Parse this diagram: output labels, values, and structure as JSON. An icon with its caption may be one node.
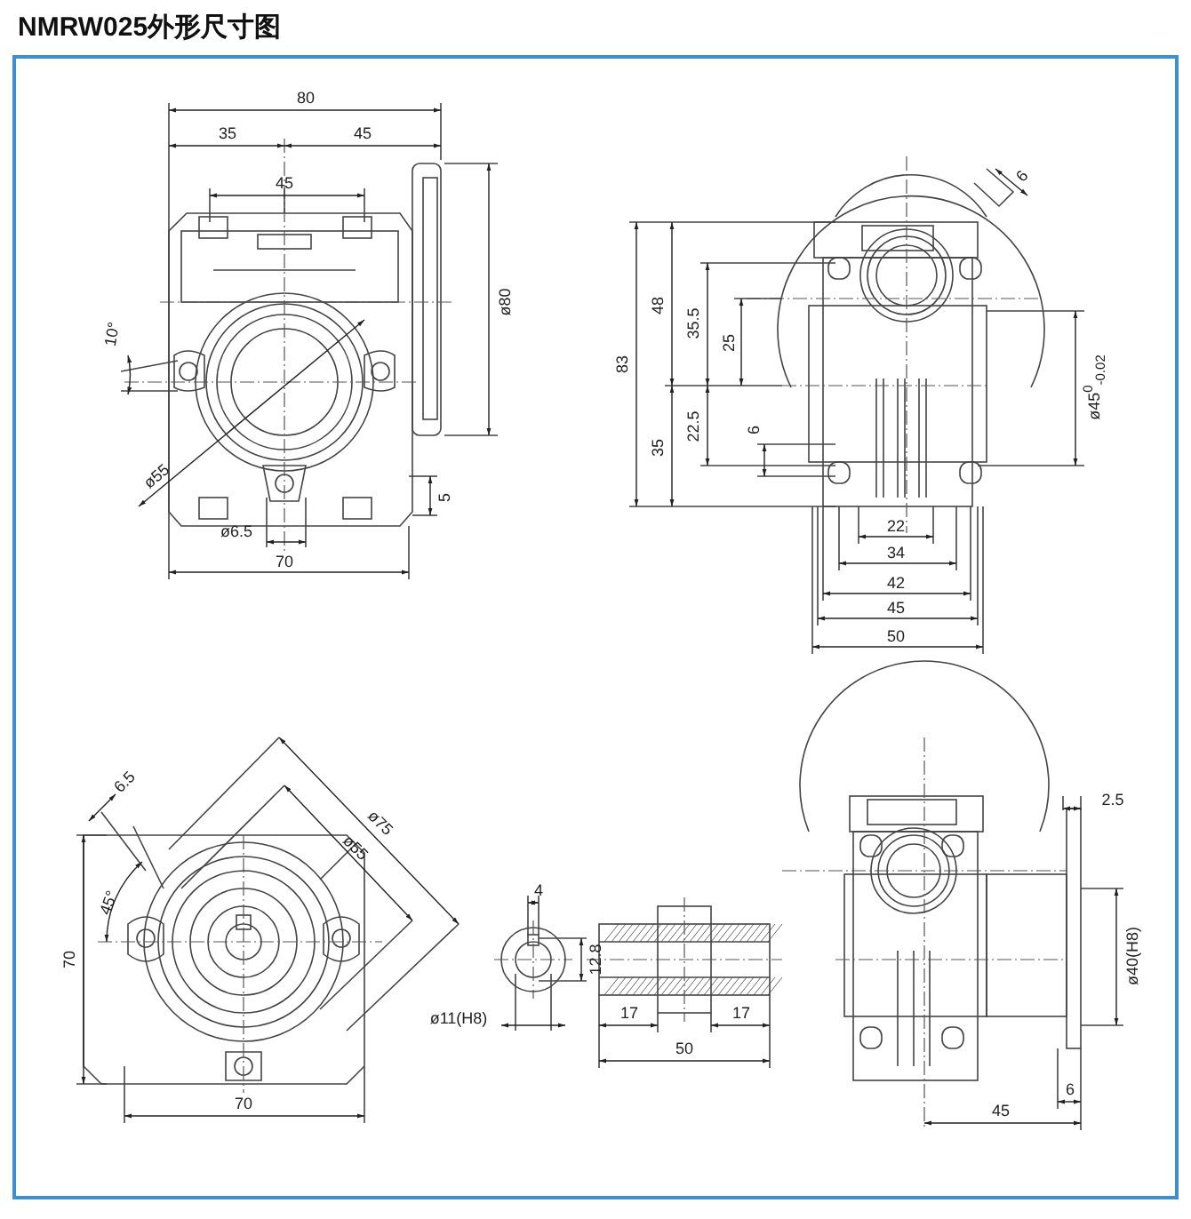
{
  "diagram": {
    "title": "NMRW025外形尺寸图",
    "labels": [
      "80",
      "35",
      "45",
      "45",
      "10°",
      "ø80",
      "ø55",
      "5",
      "ø6.5",
      "70",
      "6",
      "83",
      "48",
      "35.5",
      "25",
      "22.5",
      "35",
      "6",
      "ø45$^{0}$$_{-0.02}$",
      "22",
      "34",
      "42",
      "45",
      "50",
      "6.5",
      "ø75",
      "ø55",
      "45°",
      "70",
      "70",
      "4",
      "12.8",
      "ø11(H8)",
      "17",
      "17",
      "50",
      "2.5",
      "ø40(H8)",
      "6",
      "45"
    ]
  }
}
